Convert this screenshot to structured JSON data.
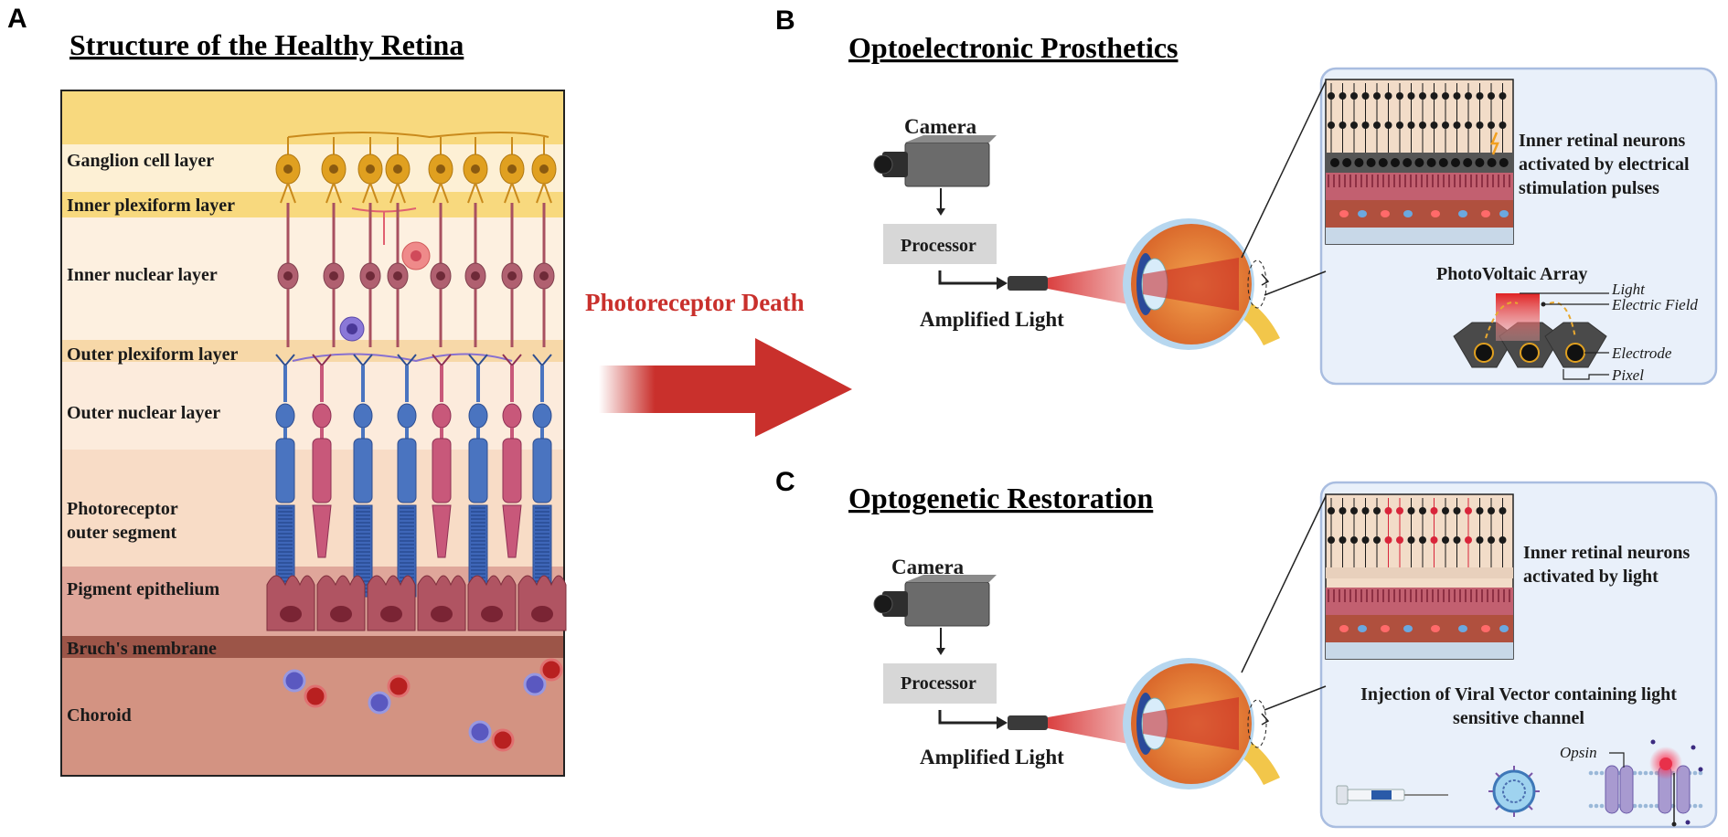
{
  "panelA": {
    "letter": "A",
    "title": "Structure of the Healthy Retina",
    "layers": [
      "Ganglion cell layer",
      "Inner plexiform layer",
      "Inner nuclear layer",
      "Outer plexiform layer",
      "Outer nuclear layer",
      "Photoreceptor",
      "outer segment",
      "Pigment epithelium",
      "Bruch's membrane",
      "Choroid"
    ]
  },
  "arrow": {
    "label": "Photoreceptor Death"
  },
  "panelB": {
    "letter": "B",
    "title": "Optoelectronic Prosthetics",
    "camera": "Camera",
    "processor": "Processor",
    "amplified": "Amplified Light",
    "inset_text": [
      "Inner retinal neurons",
      "activated by electrical",
      "stimulation pulses"
    ],
    "pv_title": "PhotoVoltaic Array",
    "pv_labels": {
      "light": "Light",
      "field": "Electric Field",
      "electrode": "Electrode",
      "pixel": "Pixel"
    }
  },
  "panelC": {
    "letter": "C",
    "title": "Optogenetic Restoration",
    "camera": "Camera",
    "processor": "Processor",
    "amplified": "Amplified Light",
    "inset_text": [
      "Inner retinal neurons",
      "activated by light"
    ],
    "injection_text": [
      "Injection of Viral Vector containing light",
      "sensitive channel"
    ],
    "opsin": "Opsin"
  }
}
